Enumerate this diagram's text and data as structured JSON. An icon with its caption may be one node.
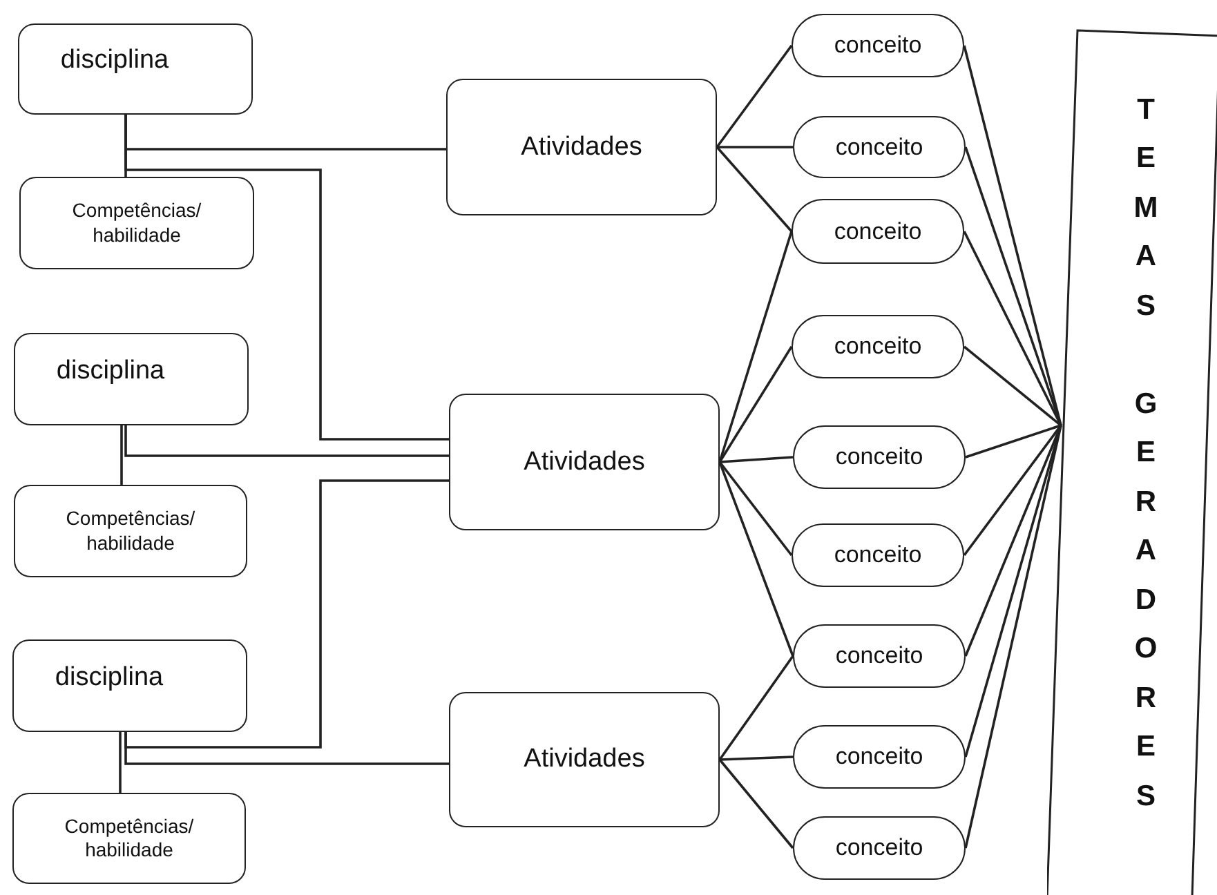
{
  "diagram": {
    "nodes": [
      {
        "text": [
          "disciplina"
        ]
      },
      {
        "text": [
          "Competências/ habilidade"
        ]
      },
      {
        "text": [
          "disciplina"
        ]
      },
      {
        "text": [
          "Competências/ habilidade"
        ]
      },
      {
        "text": [
          "disciplina"
        ]
      },
      {
        "text": [
          "Competências/ habilidade"
        ]
      },
      {
        "text": [
          "Atividades"
        ]
      },
      {
        "text": [
          "Atividades"
        ]
      },
      {
        "text": [
          "Atividades"
        ]
      },
      {
        "text": [
          "conceito"
        ]
      },
      {
        "text": [
          "conceito"
        ]
      },
      {
        "text": [
          "conceito"
        ]
      },
      {
        "text": [
          "conceito"
        ]
      },
      {
        "text": [
          "conceito"
        ]
      },
      {
        "text": [
          "conceito"
        ]
      },
      {
        "text": [
          "conceito"
        ]
      },
      {
        "text": [
          "conceito"
        ]
      },
      {
        "text": [
          "conceito"
        ]
      },
      {
        "text": [
          "TEMAS GERADORES"
        ]
      }
    ],
    "edges": [
      {
        "from": 0,
        "to": 1,
        "arrow": "none"
      },
      {
        "from": 0,
        "to": 6,
        "arrow": "none"
      },
      {
        "from": 0,
        "to": 7,
        "arrow": "none"
      },
      {
        "from": 2,
        "to": 3,
        "arrow": "none"
      },
      {
        "from": 2,
        "to": 7,
        "arrow": "none"
      },
      {
        "from": 4,
        "to": 5,
        "arrow": "none"
      },
      {
        "from": 4,
        "to": 7,
        "arrow": "none"
      },
      {
        "from": 4,
        "to": 8,
        "arrow": "none"
      },
      {
        "from": 6,
        "to": 9,
        "arrow": "none"
      },
      {
        "from": 6,
        "to": 10,
        "arrow": "none"
      },
      {
        "from": 6,
        "to": 11,
        "arrow": "none"
      },
      {
        "from": 7,
        "to": 11,
        "arrow": "none"
      },
      {
        "from": 7,
        "to": 12,
        "arrow": "none"
      },
      {
        "from": 7,
        "to": 13,
        "arrow": "none"
      },
      {
        "from": 7,
        "to": 14,
        "arrow": "none"
      },
      {
        "from": 7,
        "to": 15,
        "arrow": "none"
      },
      {
        "from": 8,
        "to": 15,
        "arrow": "none"
      },
      {
        "from": 8,
        "to": 16,
        "arrow": "none"
      },
      {
        "from": 8,
        "to": 17,
        "arrow": "none"
      },
      {
        "from": 9,
        "to": 18,
        "arrow": "none"
      },
      {
        "from": 10,
        "to": 18,
        "arrow": "none"
      },
      {
        "from": 11,
        "to": 18,
        "arrow": "none"
      },
      {
        "from": 12,
        "to": 18,
        "arrow": "none"
      },
      {
        "from": 13,
        "to": 18,
        "arrow": "none"
      },
      {
        "from": 14,
        "to": 18,
        "arrow": "none"
      },
      {
        "from": 15,
        "to": 18,
        "arrow": "none"
      },
      {
        "from": 16,
        "to": 18,
        "arrow": "none"
      },
      {
        "from": 17,
        "to": 18,
        "arrow": "none"
      }
    ]
  }
}
